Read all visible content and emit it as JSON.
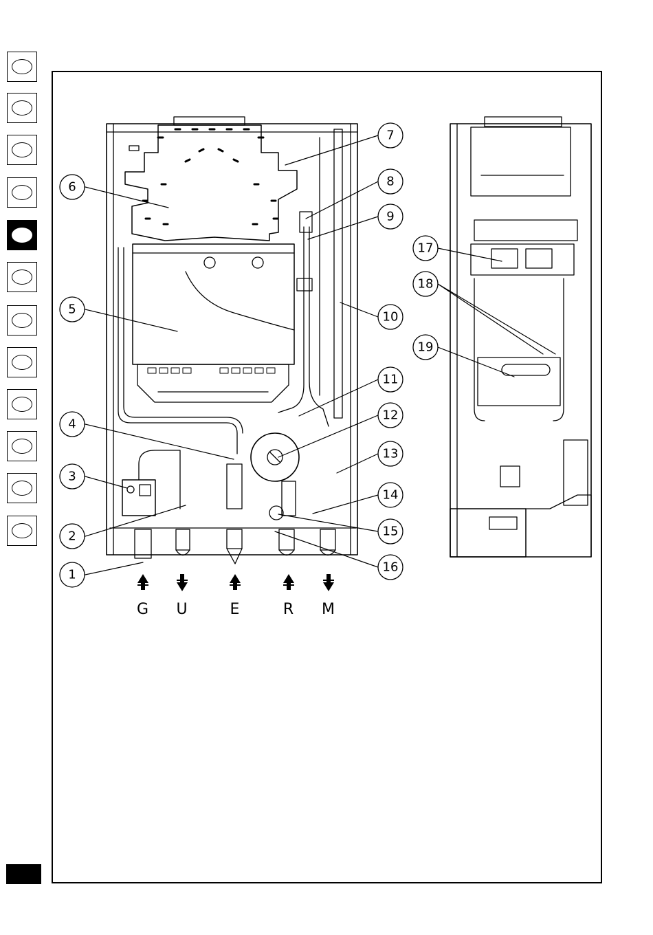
{
  "sidebar": {
    "tabs": [
      {
        "active": false
      },
      {
        "active": false
      },
      {
        "active": false
      },
      {
        "active": false
      },
      {
        "active": true
      },
      {
        "active": false
      },
      {
        "active": false
      },
      {
        "active": false
      },
      {
        "active": false
      },
      {
        "active": false
      },
      {
        "active": false
      },
      {
        "active": false
      }
    ]
  },
  "diagram": {
    "callouts": [
      "1",
      "2",
      "3",
      "4",
      "5",
      "6",
      "7",
      "8",
      "9",
      "10",
      "11",
      "12",
      "13",
      "14",
      "15",
      "16",
      "17",
      "18",
      "19"
    ],
    "connections": [
      {
        "letter": "G",
        "direction": "up"
      },
      {
        "letter": "U",
        "direction": "down"
      },
      {
        "letter": "E",
        "direction": "up"
      },
      {
        "letter": "R",
        "direction": "up"
      },
      {
        "letter": "M",
        "direction": "down"
      }
    ]
  },
  "colors": {
    "ink": "#000000",
    "paper": "#ffffff"
  }
}
